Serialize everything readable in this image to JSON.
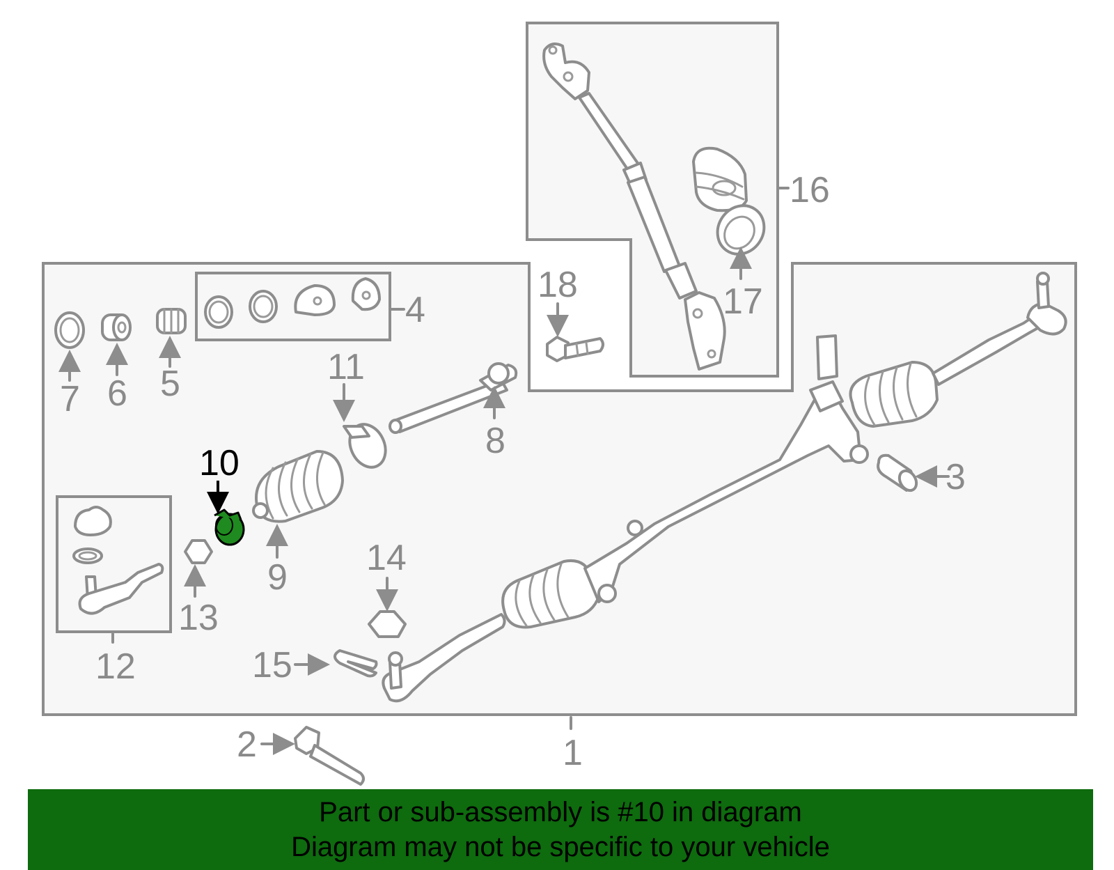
{
  "callouts": {
    "c1": "1",
    "c2": "2",
    "c3": "3",
    "c4": "4",
    "c5": "5",
    "c6": "6",
    "c7": "7",
    "c8": "8",
    "c9": "9",
    "c10": "10",
    "c11": "11",
    "c12": "12",
    "c13": "13",
    "c14": "14",
    "c15": "15",
    "c16": "16",
    "c17": "17",
    "c18": "18"
  },
  "highlighted_part": "10",
  "colors": {
    "banner_bg": "#0e6b0e",
    "highlight": "#1f8a1f",
    "line": "#8d8d8d",
    "panel": "#f7f7f7"
  },
  "banner": {
    "line1": "Part or sub-assembly is #10 in diagram",
    "line2": "Diagram may not be specific to your vehicle"
  }
}
